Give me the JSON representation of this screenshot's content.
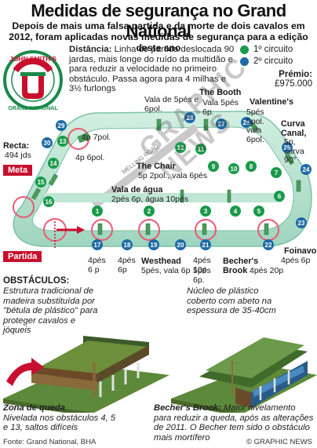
{
  "title": "Medidas de segurança no Grand National",
  "subtitle": "Depois de mais uma falsa partida e da morte de dois cavalos em 2012, foram aplicadas novas medidas de segurança para a edição deste ano",
  "logo": {
    "ring_text": "JOHN SMITH'S GRAND NATIONAL"
  },
  "distance": {
    "label": "Distância:",
    "text": "Linha de partida deslocada 90 jardas, mais longe do ruído da multidão e para reduzir a velocidade no primeiro obstáculo. Passa agora para 4 milhas e 3½ furlongs"
  },
  "legend": {
    "first": "1º circuito",
    "second": "2º circuito",
    "first_color": "#1a9a4a",
    "second_color": "#1f6aa5"
  },
  "prize": {
    "label": "Prémio:",
    "value": "£975.000"
  },
  "colors": {
    "accent": "#c8102e",
    "track": "#bfe6d6",
    "grass": "#d8efe4"
  },
  "map": {
    "recta": "Recta:",
    "recta_value": "494 jds",
    "meta": "Meta",
    "partida": "Partida",
    "road": "MELLING ROAD",
    "labels": {
      "f13": "4p 7pol.",
      "f14": "4p 6pol.",
      "vala6": "Vala de 5pés e 6pol.",
      "booth_title": "The Booth",
      "booth_text": "Vala 5pés 6p.",
      "valentines_title": "Valentine's",
      "valentines_text": "5pés 5pol. vala 6pol.",
      "curva_title": "Curva Canal,",
      "curva_text": "5p, curva 90°",
      "chair_title": "The Chair",
      "chair_text": "5p 2pol., vala 6pés",
      "agua_title": "Vala de água",
      "agua_text": "2pés 6p, água 10pés",
      "foinavon_title": "Foinavon",
      "foinavon_text": "4pés 6p",
      "westhead_title": "Westhead",
      "westhead_text": "5pés, vala 6p",
      "brook_title": "Becher's Brook",
      "brook_text": "4pés 20p",
      "h17": "4pés 6 p",
      "h18": "4pés 6p",
      "h20": "4pés 10p",
      "h21": "5pés 6p."
    },
    "fences_first": [
      "1",
      "2",
      "3",
      "4",
      "5",
      "6",
      "7",
      "8",
      "9",
      "10",
      "11",
      "12",
      "13",
      "14",
      "15",
      "16"
    ],
    "fences_second": [
      "17",
      "18",
      "19",
      "20",
      "21",
      "22",
      "23",
      "24",
      "25",
      "26",
      "27",
      "28",
      "29",
      "30"
    ]
  },
  "obstacles": {
    "heading": "OBSTÁCULOS:",
    "left_text": "Estrutura tradicional de madeira substituída por \"bétula de plástico\" para proteger cavalos e jóqueis",
    "right_text": "Núcleo de plástico coberto com abeto na espessura de 35-40cm",
    "left_caption_title": "Zona de queda",
    "left_caption_text": "Nivelada nos obstáculos 4, 5 e 13, saltos difíceis",
    "right_caption_title": "Becher's Brook:",
    "right_caption_text": "Maior nivelamento para reduzir a queda, após as alterações de 2011. O Becher tem sido o obstáculo mais mortífero"
  },
  "footer": {
    "source": "Fonte: Grand National, BHA",
    "credit": "© GRAPHIC NEWS"
  },
  "watermark": "GRAPHIC NEWS"
}
